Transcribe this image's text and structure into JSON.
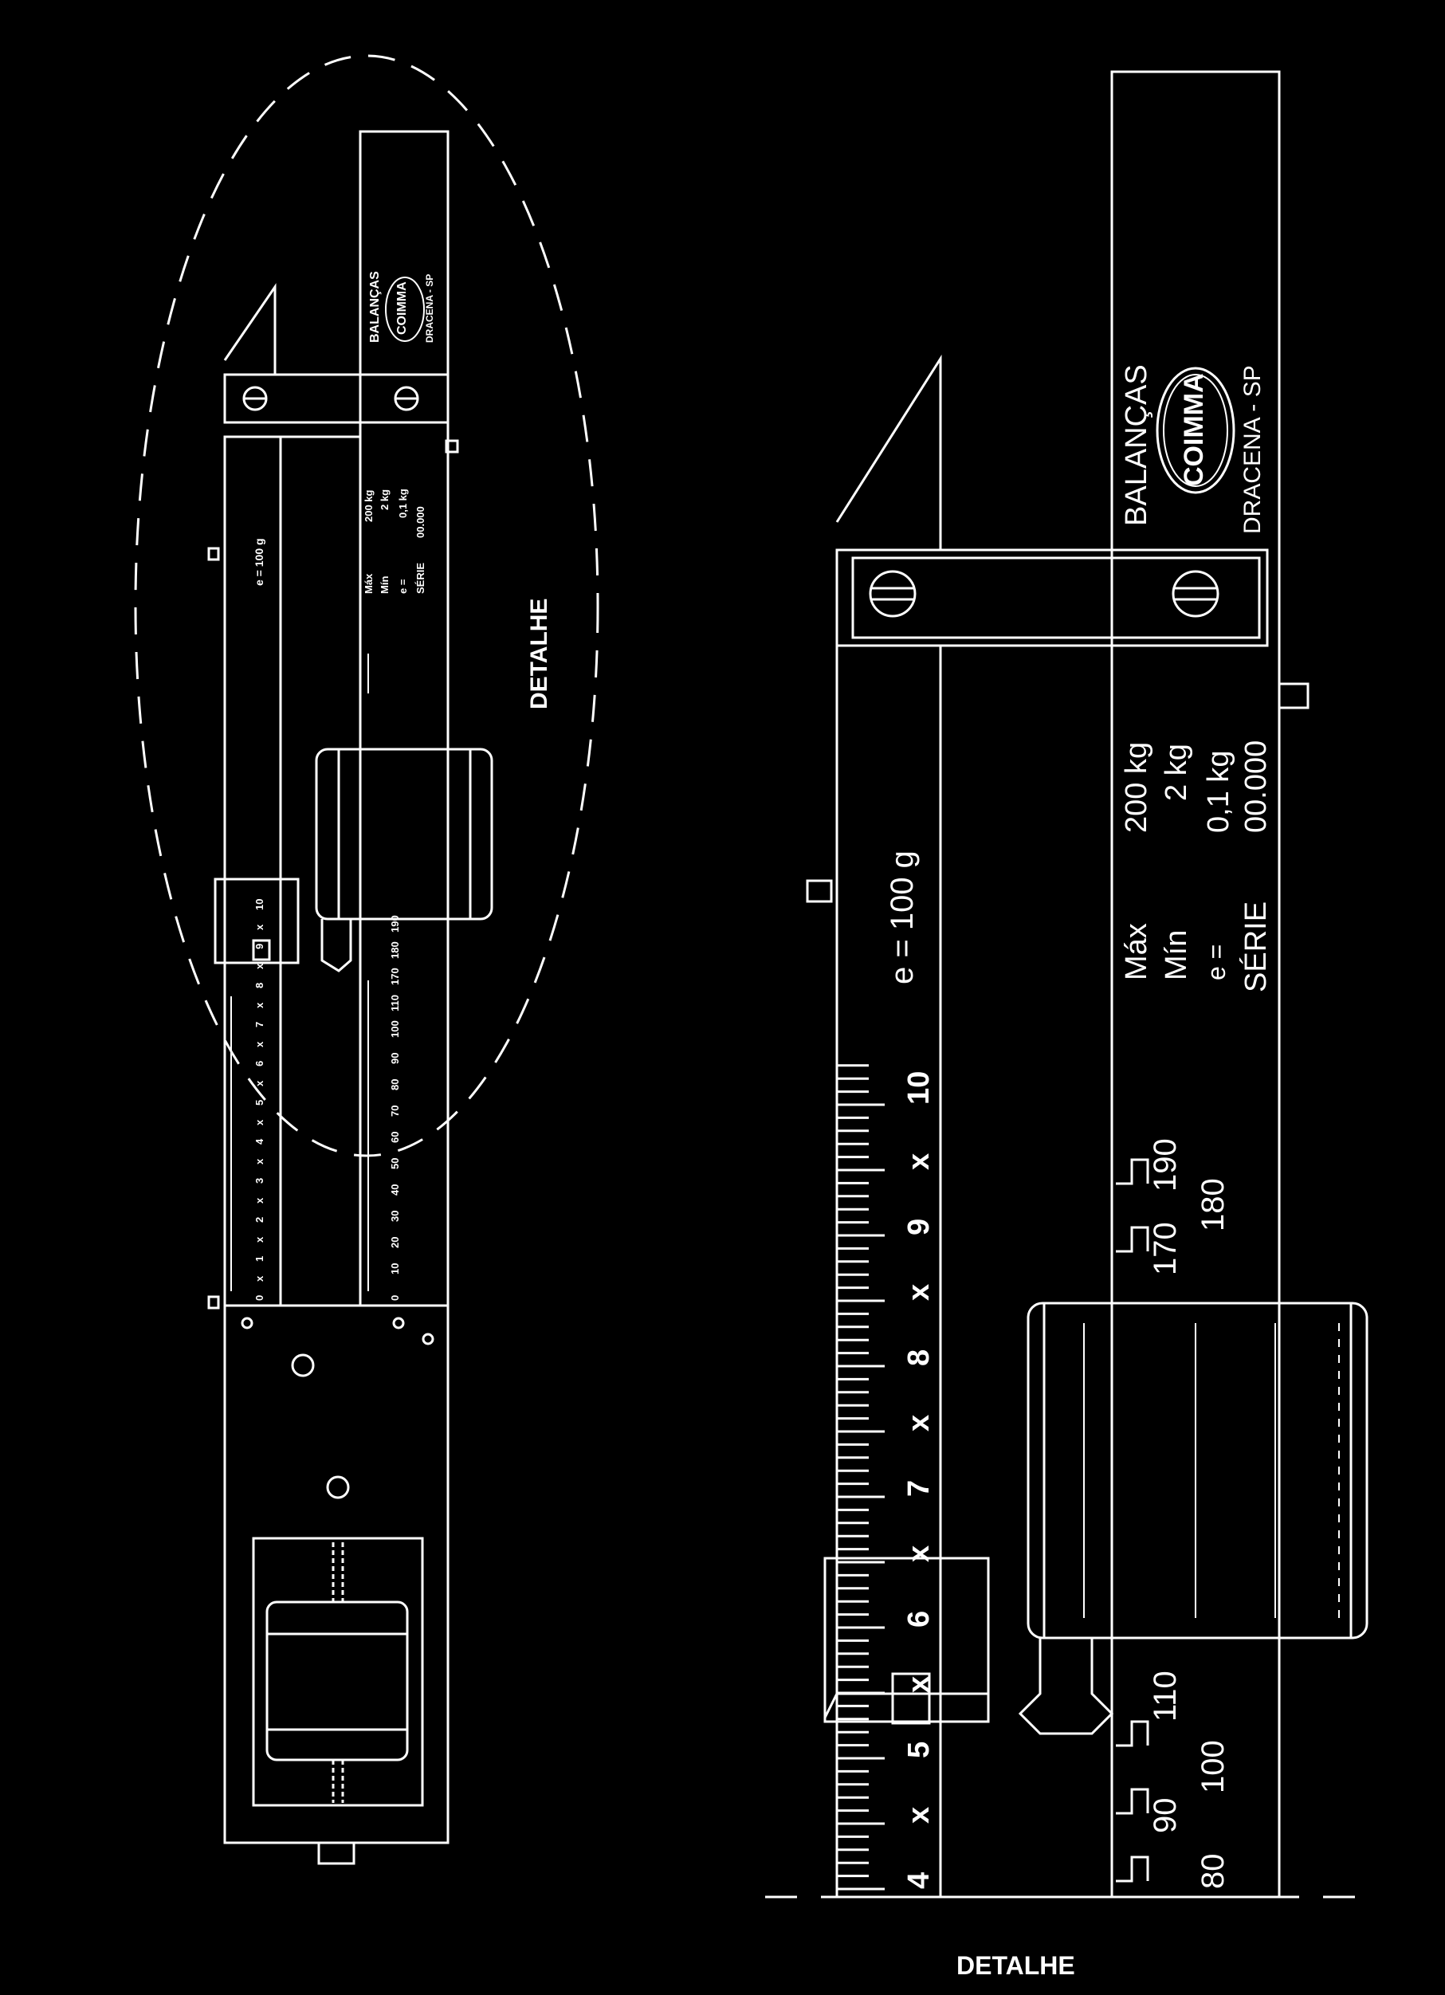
{
  "colors": {
    "background": "#000000",
    "ink": "#ffffff"
  },
  "captions": {
    "overview_detail": "DETALHE",
    "bottom_detail": "DETALHE"
  },
  "plate": {
    "line1": "BALANÇAS",
    "brand": "COIMMA",
    "line3": "DRACENA - SP"
  },
  "specs": {
    "max_label": "Máx",
    "max_value": "200 kg",
    "min_label": "Mín",
    "min_value": "2 kg",
    "e_label": "e =",
    "e_value": "0,1 kg",
    "serie_label": "SÉRIE",
    "serie_value": "00.000"
  },
  "small_specs": {
    "max": "Máx",
    "max_value": "200 kg",
    "min": "Mín",
    "min_value": "2 kg",
    "e": "e =",
    "e_value": "0,1 kg",
    "serie": "SÉRIE",
    "serie_value": "00.000"
  },
  "fine_scale": {
    "division_label": "e = 100 g",
    "big_numbers": [
      "4",
      "x",
      "5",
      "x",
      "6",
      "x",
      "7",
      "x",
      "8",
      "x",
      "9",
      "x",
      "10"
    ],
    "small_numbers": [
      "0",
      "x",
      "1",
      "x",
      "2",
      "x",
      "3",
      "x",
      "4",
      "x",
      "5",
      "x",
      "6",
      "x",
      "7",
      "x",
      "8",
      "x",
      "9",
      "x",
      "10"
    ]
  },
  "coarse_scale": {
    "big_numbers": [
      "80",
      "90",
      "100",
      "110",
      "170",
      "180",
      "190"
    ],
    "small_numbers": [
      "0",
      "10",
      "20",
      "30",
      "40",
      "50",
      "60",
      "70",
      "80",
      "90",
      "100",
      "110",
      "170",
      "180",
      "190"
    ]
  },
  "icons": [
    "screw-icon",
    "brand-oval-icon",
    "sliding-weight-icon",
    "pointer-icon"
  ]
}
